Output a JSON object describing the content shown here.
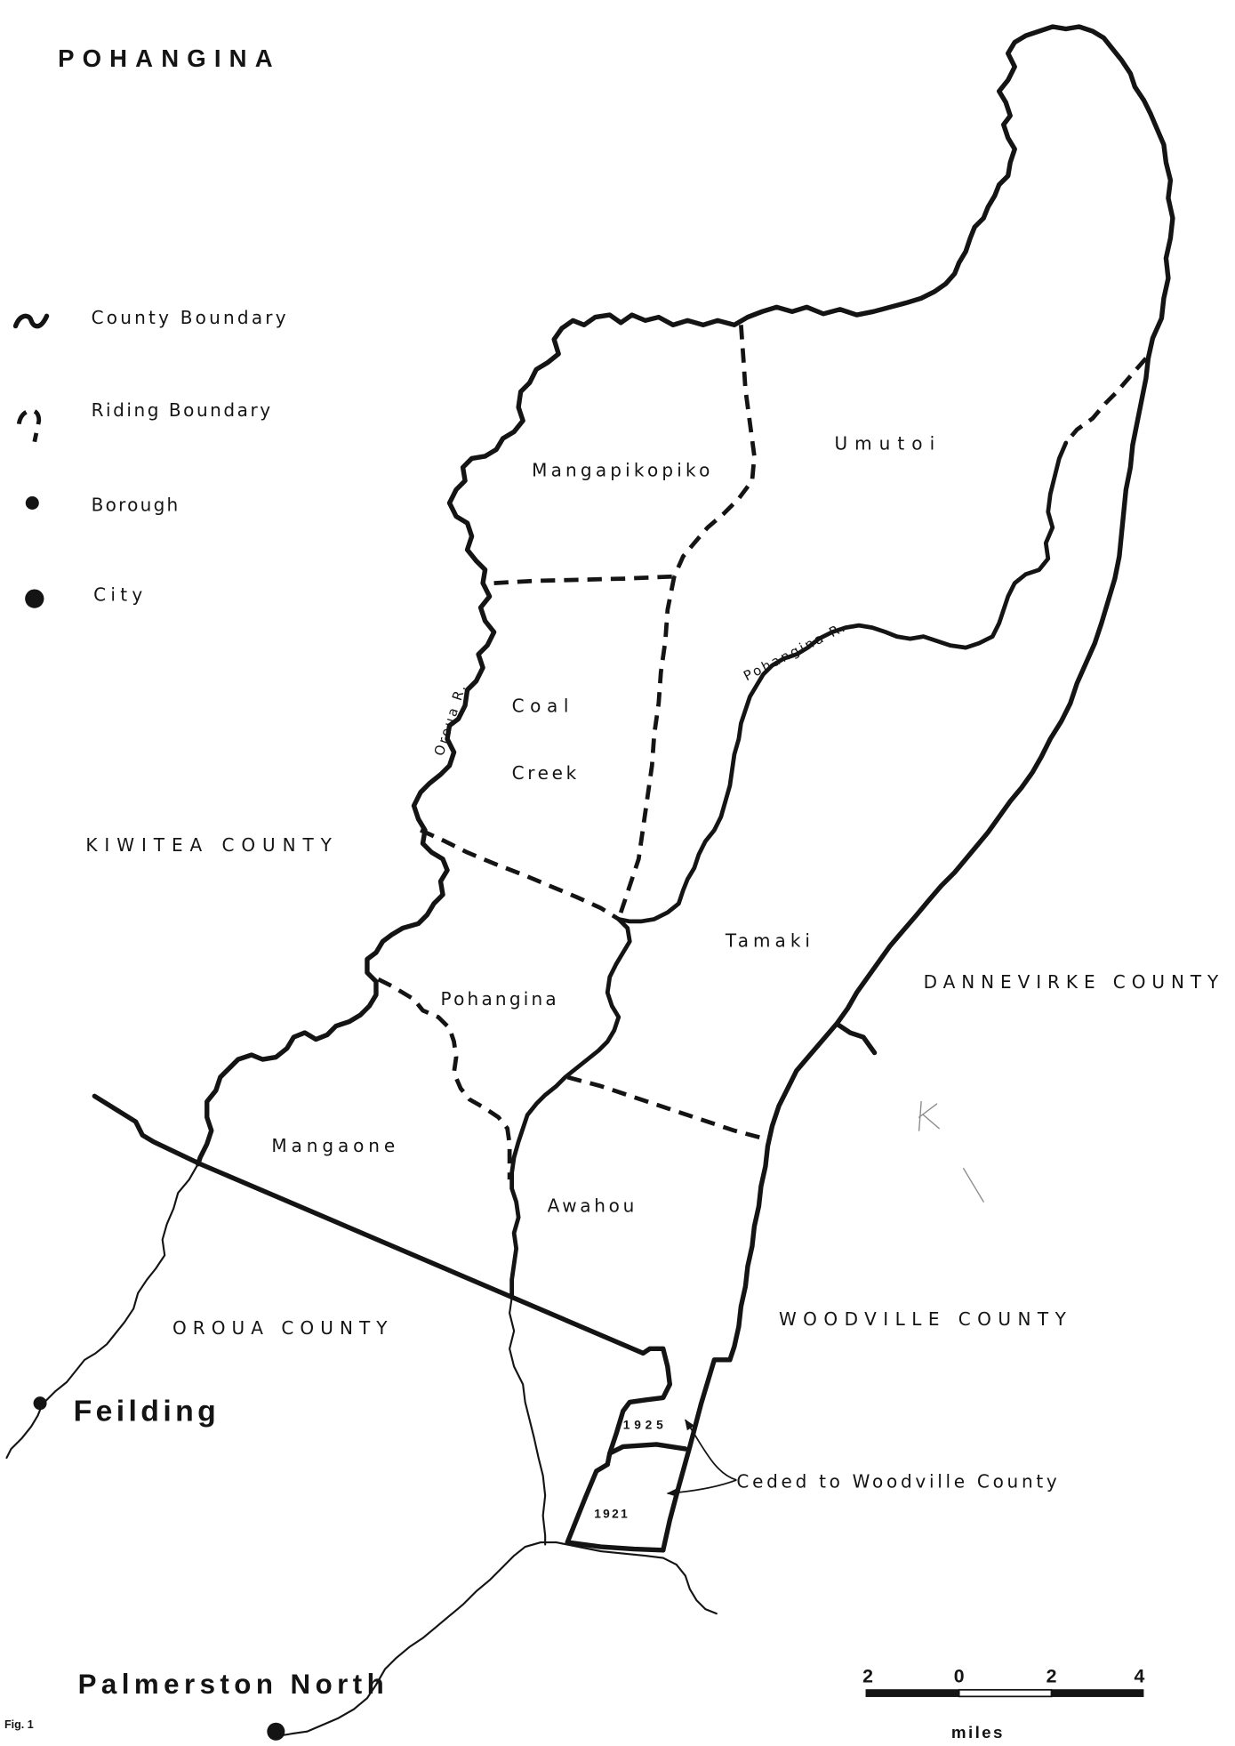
{
  "title": "POHANGINA",
  "colors": {
    "ink": "#141414",
    "paper": "#ffffff"
  },
  "legend": [
    {
      "label": "County Boundary",
      "icon": "county-boundary-icon"
    },
    {
      "label": "Riding Boundary",
      "icon": "riding-boundary-icon"
    },
    {
      "label": "Borough",
      "icon": "borough-dot-icon"
    },
    {
      "label": "City",
      "icon": "city-dot-icon"
    }
  ],
  "ridings": {
    "umutoi": "Umutoi",
    "mangapikopiko": "Mangapikopiko",
    "coal_creek": [
      "Coal",
      "Creek"
    ],
    "tamaki": "Tamaki",
    "pohangina": "Pohangina",
    "mangaone": "Mangaone",
    "awahou": "Awahou"
  },
  "rivers": {
    "oroua": "Oroua R.",
    "pohangina": "Pohangina R."
  },
  "neighbouring_counties": {
    "kiwitea": "KIWITEA COUNTY",
    "dannevirke": "DANNEVIRKE COUNTY",
    "oroua": "OROUA COUNTY",
    "woodville": "WOODVILLE COUNTY"
  },
  "towns": {
    "feilding": "Feilding",
    "palmerston_north": "Palmerston North"
  },
  "ceded_areas": {
    "years": [
      "1925",
      "1921"
    ],
    "note": "Ceded to Woodville County"
  },
  "scale_bar": {
    "tick_labels": [
      "2",
      "0",
      "2",
      "4"
    ],
    "unit": "miles"
  },
  "figure_label": "Fig. 1"
}
